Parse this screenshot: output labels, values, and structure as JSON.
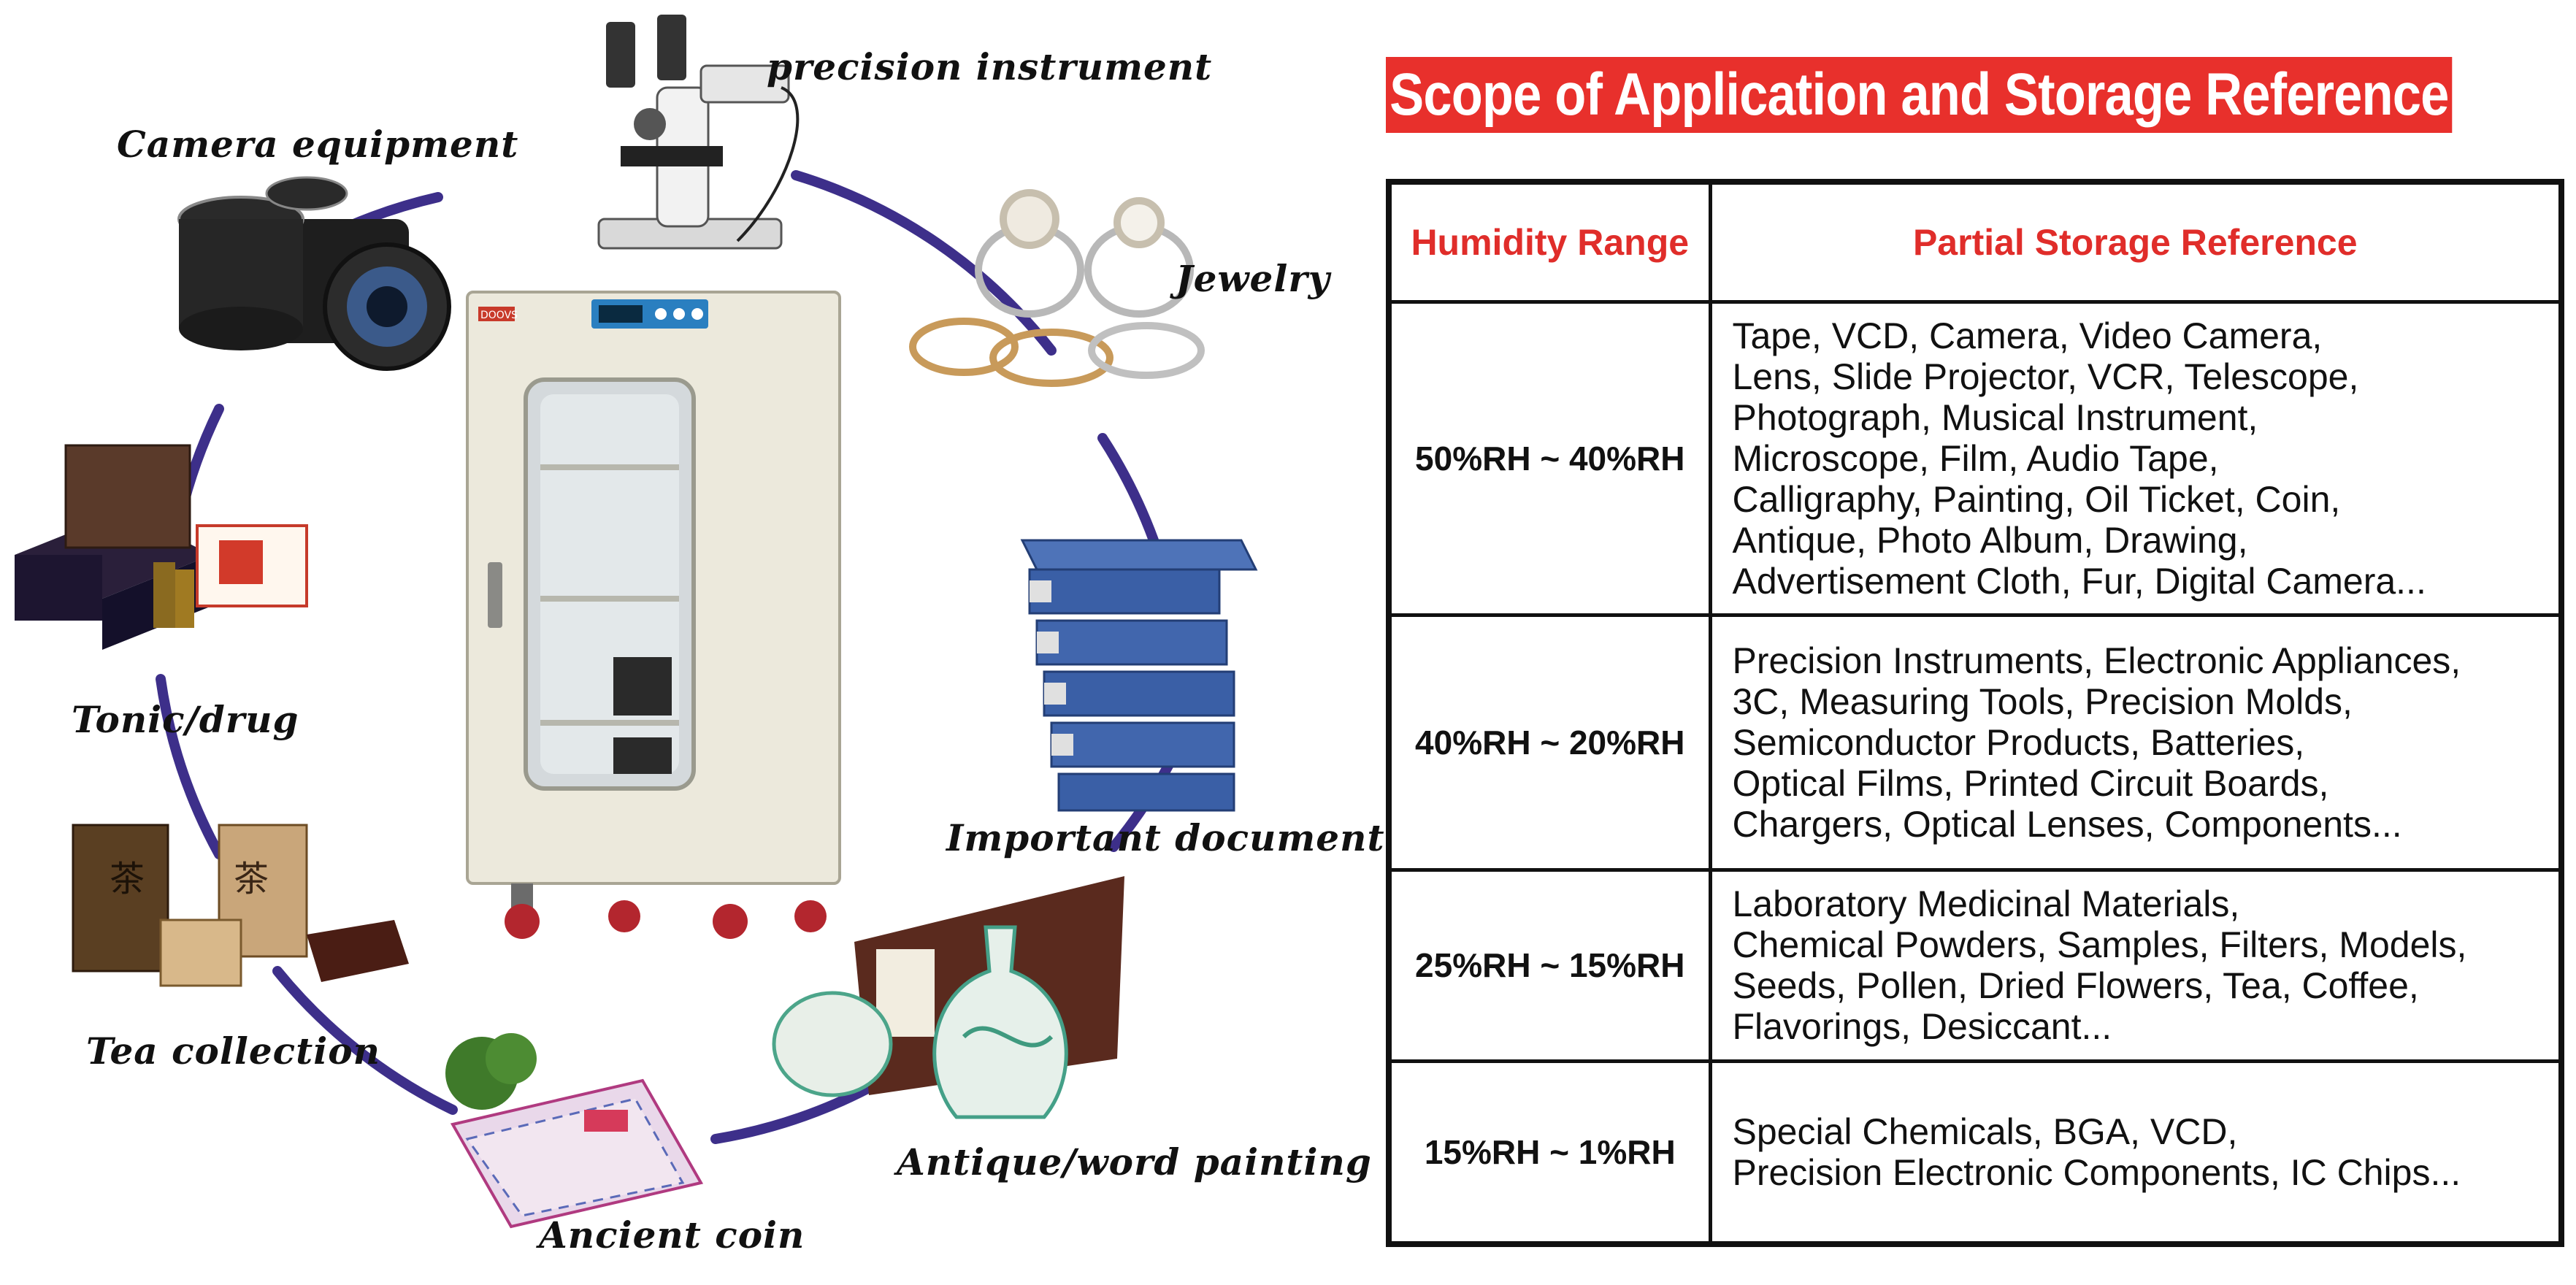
{
  "heading": "Scope of Application and Storage Reference",
  "categories": {
    "precision": "precision instrument",
    "camera": "Camera equipment",
    "jewelry": "Jewelry",
    "tonic": "Tonic/drug",
    "document": "Important document",
    "tea": "Tea collection",
    "antique": "Antique/word painting",
    "coin": "Ancient coin"
  },
  "cabinet": {
    "brand": "DOOVS"
  },
  "table": {
    "headers": [
      "Humidity Range",
      "Partial Storage Reference"
    ],
    "rows": [
      {
        "range": "50%RH ~ 40%RH",
        "lines": [
          "Tape, VCD, Camera, Video Camera,",
          "Lens, Slide Projector, VCR, Telescope,",
          "Photograph, Musical Instrument,",
          "Microscope, Film, Audio Tape,",
          "Calligraphy, Painting, Oil Ticket, Coin,",
          "Antique, Photo Album, Drawing,",
          "Advertisement Cloth, Fur, Digital Camera..."
        ]
      },
      {
        "range": "40%RH ~ 20%RH",
        "lines": [
          "Precision Instruments, Electronic Appliances,",
          "3C, Measuring Tools, Precision Molds,",
          "Semiconductor Products, Batteries,",
          "Optical Films, Printed Circuit Boards,",
          "Chargers, Optical Lenses, Components..."
        ]
      },
      {
        "range": "25%RH ~ 15%RH",
        "lines": [
          "Laboratory Medicinal Materials,",
          "Chemical Powders, Samples, Filters, Models,",
          "Seeds, Pollen, Dried Flowers, Tea, Coffee,",
          "Flavorings, Desiccant..."
        ]
      },
      {
        "range": "15%RH ~ 1%RH",
        "lines": [
          "Special Chemicals, BGA, VCD,",
          "Precision Electronic Components, IC Chips..."
        ]
      }
    ]
  },
  "colors": {
    "accent": "#e8302c",
    "ring": "#3d2f8a",
    "cabinet": "#ece9dc"
  }
}
